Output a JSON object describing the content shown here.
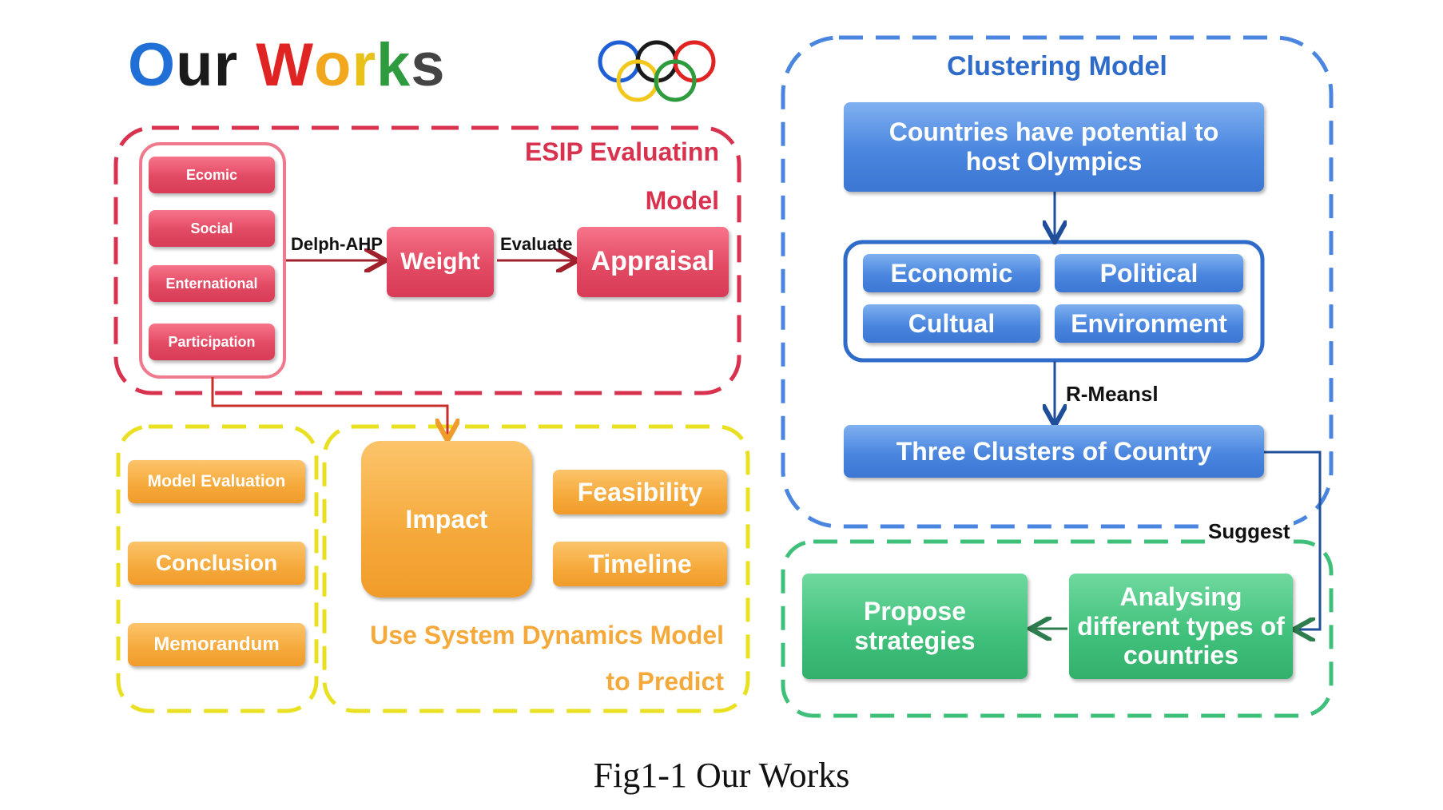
{
  "title": {
    "letters": [
      {
        "ch": "O",
        "color": "#1f6fd6"
      },
      {
        "ch": "u",
        "color": "#1a1a1a"
      },
      {
        "ch": "r",
        "color": "#1a1a1a"
      },
      {
        "ch": " ",
        "color": "#1a1a1a"
      },
      {
        "ch": "W",
        "color": "#e02424"
      },
      {
        "ch": "o",
        "color": "#f2a81d"
      },
      {
        "ch": "r",
        "color": "#e8c21a"
      },
      {
        "ch": "k",
        "color": "#2e9b3e"
      },
      {
        "ch": "s",
        "color": "#444444"
      }
    ]
  },
  "olympic_ring_colors": [
    "#1f5fd6",
    "#1a1a1a",
    "#e02424",
    "#f2c81d",
    "#2e9b3e"
  ],
  "esip": {
    "title_line1": "ESIP Evaluatinn",
    "title_line2": "Model",
    "factors": [
      "Ecomic",
      "Social",
      "Enternational",
      "Participation"
    ],
    "arrow1_label": "Delph-AHP",
    "weight": "Weight",
    "arrow2_label": "Evaluate",
    "appraisal": "Appraisal"
  },
  "outputs": {
    "items": [
      "Model Evaluation",
      "Conclusion",
      "Memorandum"
    ]
  },
  "sdm": {
    "impact": "Impact",
    "feasibility": "Feasibility",
    "timeline": "Timeline",
    "title_line1": "Use System Dynamics Model",
    "title_line2": "to Predict"
  },
  "clustering": {
    "title": "Clustering Model",
    "countries": "Countries have potential to host Olympics",
    "features": [
      "Economic",
      "Political",
      "Cultual",
      "Environment"
    ],
    "arrow_label": "R-Meansl",
    "clusters": "Three Clusters of Country"
  },
  "suggest": {
    "label": "Suggest",
    "propose": "Propose strategies",
    "analysing": "Analysing different types of countries"
  },
  "caption": "Fig1-1  Our Works",
  "colors": {
    "red": "#d8324e",
    "dark_red": "#a0202e",
    "yellow": "#e8e020",
    "orange": "#f5a93a",
    "blue": "#4a86df",
    "dark_blue": "#1f4f9a",
    "green": "#3fc07a"
  }
}
